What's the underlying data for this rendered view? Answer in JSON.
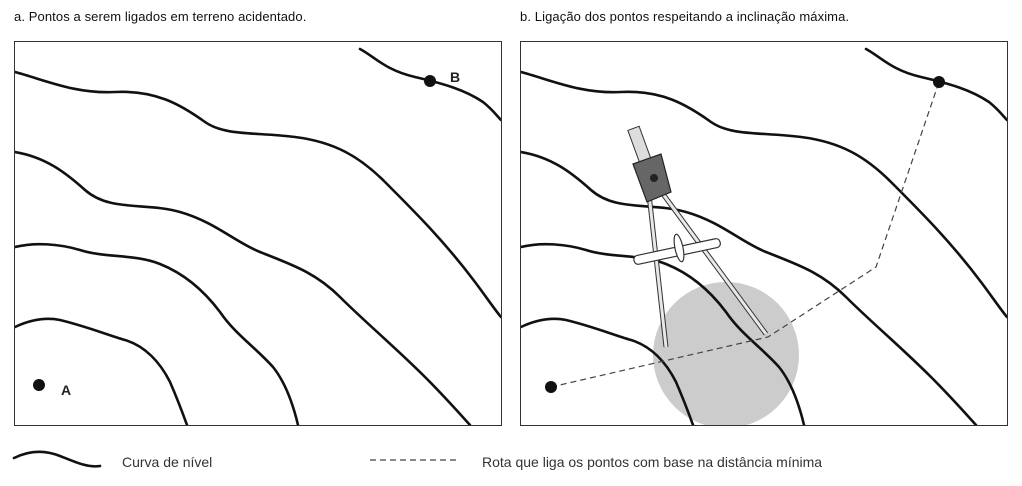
{
  "captions": {
    "panel_a": "a. Pontos a serem ligados em terreno acidentado.",
    "panel_b": "b. Ligação dos pontos respeitando a inclinação máxima."
  },
  "points": {
    "a": "A",
    "b": "B"
  },
  "legend": {
    "curve": "Curva de nível",
    "route": "Rota que liga os pontos com base na distância mínima"
  },
  "colors": {
    "line": "#111111",
    "circle": "#cccccc",
    "compass_head": "#666666"
  },
  "icons": {
    "compass": "compass-icon"
  }
}
